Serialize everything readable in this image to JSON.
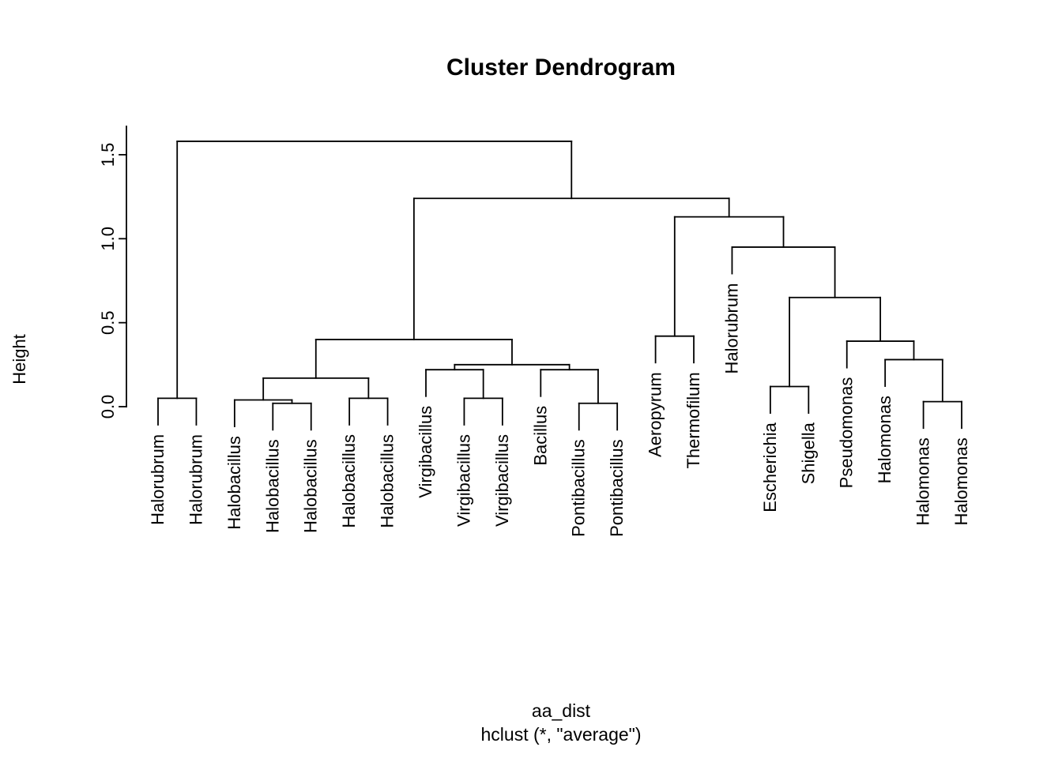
{
  "colors": {
    "line": "#000000",
    "text": "#000000",
    "background": "#ffffff"
  },
  "chart_data": {
    "type": "dendrogram",
    "title": "Cluster Dendrogram",
    "ylabel": "Height",
    "xlabel_line1": "aa_dist",
    "xlabel_line2": "hclust (*, \"average\")",
    "y_ticks": [
      "0.0",
      "0.5",
      "1.0",
      "1.5"
    ],
    "y_tick_values": [
      0,
      0.5,
      1.0,
      1.5
    ],
    "ylim": [
      0,
      1.7
    ],
    "hang": 0.1,
    "grid": false,
    "legend": false,
    "leaves": [
      "Halorubrum",
      "Halorubrum",
      "Halobacillus",
      "Halobacillus",
      "Halobacillus",
      "Halobacillus",
      "Halobacillus",
      "Virgibacillus",
      "Virgibacillus",
      "Virgibacillus",
      "Bacillus",
      "Pontibacillus",
      "Pontibacillus",
      "Aeropyrum",
      "Thermofilum",
      "Halorubrum",
      "Escherichia",
      "Shigella",
      "Pseudomonas",
      "Halomonas",
      "Halomonas",
      "Halomonas"
    ],
    "tree": {
      "height": 1.58,
      "children": [
        {
          "height": 0.05,
          "children": [
            {
              "label": "Halorubrum"
            },
            {
              "label": "Halorubrum"
            }
          ]
        },
        {
          "height": 1.24,
          "children": [
            {
              "height": 0.4,
              "children": [
                {
                  "height": 0.17,
                  "children": [
                    {
                      "height": 0.04,
                      "children": [
                        {
                          "label": "Halobacillus"
                        },
                        {
                          "height": 0.02,
                          "children": [
                            {
                              "label": "Halobacillus"
                            },
                            {
                              "label": "Halobacillus"
                            }
                          ]
                        }
                      ]
                    },
                    {
                      "height": 0.05,
                      "children": [
                        {
                          "label": "Halobacillus"
                        },
                        {
                          "label": "Halobacillus"
                        }
                      ]
                    }
                  ]
                },
                {
                  "height": 0.25,
                  "children": [
                    {
                      "height": 0.22,
                      "children": [
                        {
                          "label": "Virgibacillus"
                        },
                        {
                          "height": 0.05,
                          "children": [
                            {
                              "label": "Virgibacillus"
                            },
                            {
                              "label": "Virgibacillus"
                            }
                          ]
                        }
                      ]
                    },
                    {
                      "height": 0.22,
                      "children": [
                        {
                          "label": "Bacillus"
                        },
                        {
                          "height": 0.02,
                          "children": [
                            {
                              "label": "Pontibacillus"
                            },
                            {
                              "label": "Pontibacillus"
                            }
                          ]
                        }
                      ]
                    }
                  ]
                }
              ]
            },
            {
              "height": 1.13,
              "children": [
                {
                  "height": 0.42,
                  "children": [
                    {
                      "label": "Aeropyrum"
                    },
                    {
                      "label": "Thermofilum"
                    }
                  ]
                },
                {
                  "height": 0.95,
                  "children": [
                    {
                      "label": "Halorubrum"
                    },
                    {
                      "height": 0.65,
                      "children": [
                        {
                          "height": 0.12,
                          "children": [
                            {
                              "label": "Escherichia"
                            },
                            {
                              "label": "Shigella"
                            }
                          ]
                        },
                        {
                          "height": 0.39,
                          "children": [
                            {
                              "label": "Pseudomonas"
                            },
                            {
                              "height": 0.28,
                              "children": [
                                {
                                  "label": "Halomonas"
                                },
                                {
                                  "height": 0.03,
                                  "children": [
                                    {
                                      "label": "Halomonas"
                                    },
                                    {
                                      "label": "Halomonas"
                                    }
                                  ]
                                }
                              ]
                            }
                          ]
                        }
                      ]
                    }
                  ]
                }
              ]
            }
          ]
        }
      ]
    }
  }
}
